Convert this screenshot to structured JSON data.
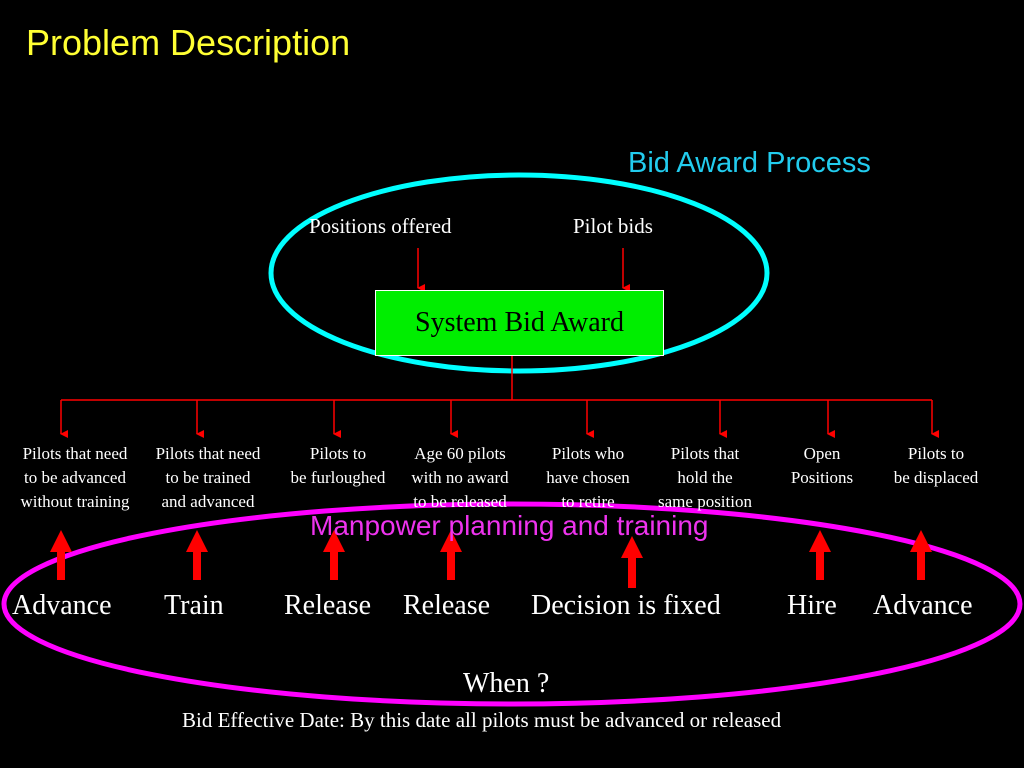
{
  "title": "Problem Description",
  "process_label": "Bid Award Process",
  "inputs": {
    "positions_offered": "Positions offered",
    "pilot_bids": "Pilot bids"
  },
  "system_box": "System Bid Award",
  "categories": [
    "Pilots that need\nto be advanced\nwithout training",
    "Pilots that need\nto be trained\nand advanced",
    "Pilots to\nbe furloughed",
    "Age 60 pilots\nwith no award\nto be released",
    "Pilots who\nhave chosen\nto retire",
    "Pilots that\nhold  the\nsame position",
    "Open\nPositions",
    "Pilots to\nbe displaced"
  ],
  "manpower_label": "Manpower planning and training",
  "actions": {
    "advance_1": "Advance",
    "train": "Train",
    "release_1": "Release",
    "release_2": "Release",
    "decision": "Decision is fixed",
    "hire": "Hire",
    "advance_2": "Advance"
  },
  "when": "When ?",
  "effective_date": "Bid  Effective Date: By this date all pilots must be advanced or released",
  "colors": {
    "title": "#ffff33",
    "process": "#22ccee",
    "manpower": "#ee33ee",
    "box": "#00ee00",
    "arrow": "#ff0000",
    "cyan_ellipse": "#00ffff",
    "magenta_ellipse": "#ff00ff"
  }
}
